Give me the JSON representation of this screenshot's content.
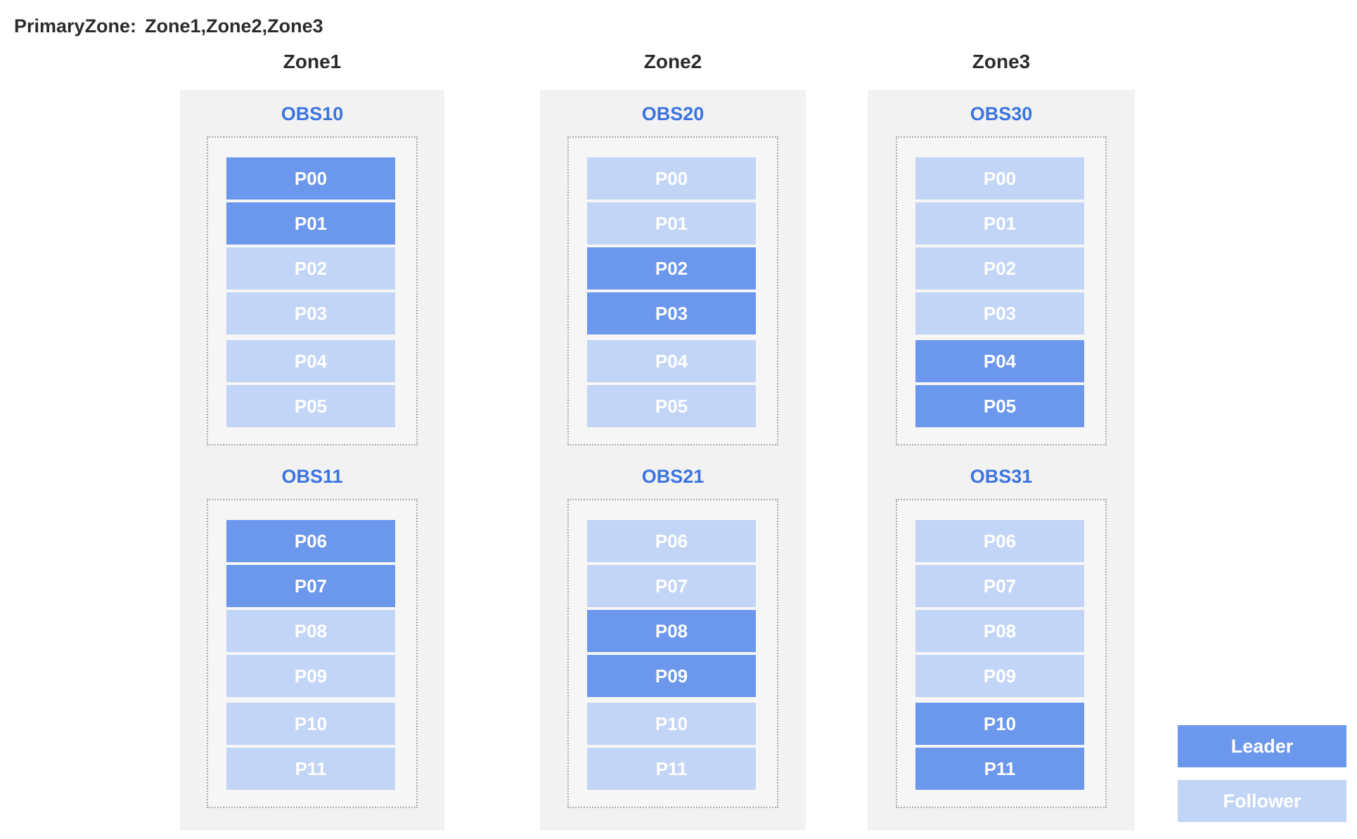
{
  "primary_zone": {
    "label": "PrimaryZone:",
    "values": "Zone1,Zone2,Zone3"
  },
  "colors": {
    "leader": "#6b97ec",
    "follower": "#c3d5f6",
    "server_title": "#3b74e0",
    "zone_background": "#f2f2f2"
  },
  "zones": [
    {
      "name": "Zone1",
      "servers": [
        {
          "name": "OBS10",
          "partitions": [
            {
              "label": "P00",
              "role": "leader"
            },
            {
              "label": "P01",
              "role": "leader"
            },
            {
              "label": "P02",
              "role": "follower"
            },
            {
              "label": "P03",
              "role": "follower"
            },
            {
              "label": "P04",
              "role": "follower"
            },
            {
              "label": "P05",
              "role": "follower"
            }
          ]
        },
        {
          "name": "OBS11",
          "partitions": [
            {
              "label": "P06",
              "role": "leader"
            },
            {
              "label": "P07",
              "role": "leader"
            },
            {
              "label": "P08",
              "role": "follower"
            },
            {
              "label": "P09",
              "role": "follower"
            },
            {
              "label": "P10",
              "role": "follower"
            },
            {
              "label": "P11",
              "role": "follower"
            }
          ]
        }
      ]
    },
    {
      "name": "Zone2",
      "servers": [
        {
          "name": "OBS20",
          "partitions": [
            {
              "label": "P00",
              "role": "follower"
            },
            {
              "label": "P01",
              "role": "follower"
            },
            {
              "label": "P02",
              "role": "leader"
            },
            {
              "label": "P03",
              "role": "leader"
            },
            {
              "label": "P04",
              "role": "follower"
            },
            {
              "label": "P05",
              "role": "follower"
            }
          ]
        },
        {
          "name": "OBS21",
          "partitions": [
            {
              "label": "P06",
              "role": "follower"
            },
            {
              "label": "P07",
              "role": "follower"
            },
            {
              "label": "P08",
              "role": "leader"
            },
            {
              "label": "P09",
              "role": "leader"
            },
            {
              "label": "P10",
              "role": "follower"
            },
            {
              "label": "P11",
              "role": "follower"
            }
          ]
        }
      ]
    },
    {
      "name": "Zone3",
      "servers": [
        {
          "name": "OBS30",
          "partitions": [
            {
              "label": "P00",
              "role": "follower"
            },
            {
              "label": "P01",
              "role": "follower"
            },
            {
              "label": "P02",
              "role": "follower"
            },
            {
              "label": "P03",
              "role": "follower"
            },
            {
              "label": "P04",
              "role": "leader"
            },
            {
              "label": "P05",
              "role": "leader"
            }
          ]
        },
        {
          "name": "OBS31",
          "partitions": [
            {
              "label": "P06",
              "role": "follower"
            },
            {
              "label": "P07",
              "role": "follower"
            },
            {
              "label": "P08",
              "role": "follower"
            },
            {
              "label": "P09",
              "role": "follower"
            },
            {
              "label": "P10",
              "role": "leader"
            },
            {
              "label": "P11",
              "role": "leader"
            }
          ]
        }
      ]
    }
  ],
  "legend": {
    "leader": "Leader",
    "follower": "Follower"
  }
}
